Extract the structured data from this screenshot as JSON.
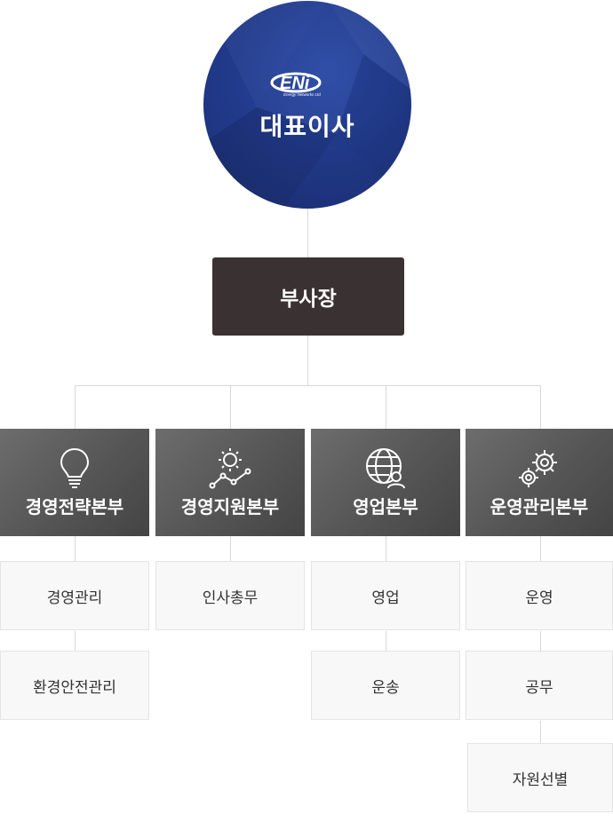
{
  "ceo": {
    "title": "대표이사",
    "logo_text": "ENi",
    "logo_subtext": "Energy Networks Ltd",
    "brand_color": "#223c8f"
  },
  "vice_president": {
    "title": "부사장",
    "color": "#3a3232"
  },
  "divisions": [
    {
      "label": "경영전략본부",
      "icon": "lightbulb-icon",
      "teams": [
        "경영관리",
        "환경안전관리"
      ]
    },
    {
      "label": "경영지원본부",
      "icon": "sun-chart-icon",
      "teams": [
        "인사총무"
      ]
    },
    {
      "label": "영업본부",
      "icon": "globe-user-icon",
      "teams": [
        "영업",
        "운송"
      ]
    },
    {
      "label": "운영관리본부",
      "icon": "gears-icon",
      "teams": [
        "운영",
        "공무",
        "자원선별"
      ]
    }
  ]
}
